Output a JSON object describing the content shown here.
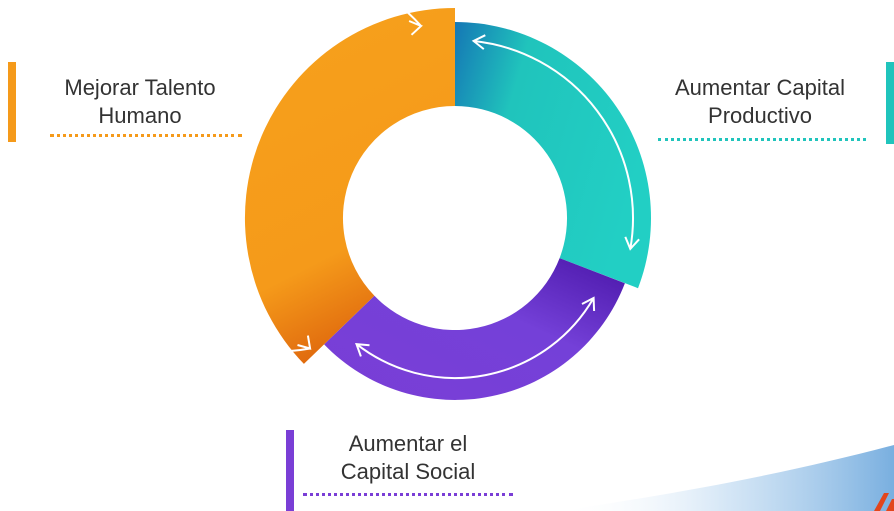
{
  "labels": {
    "talento": [
      "Mejorar Talento",
      "Humano"
    ],
    "productivo": [
      "Aumentar Capital",
      "Productivo"
    ],
    "social": [
      "Aumentar el",
      "Capital Social"
    ]
  },
  "colors": {
    "orange": "#f59a1a",
    "orange_dark": "#e06a0e",
    "teal": "#20c4bc",
    "teal_dark": "#1577b5",
    "purple": "#7a3ed6",
    "purple_dark": "#4a16a8",
    "text": "#333333"
  }
}
